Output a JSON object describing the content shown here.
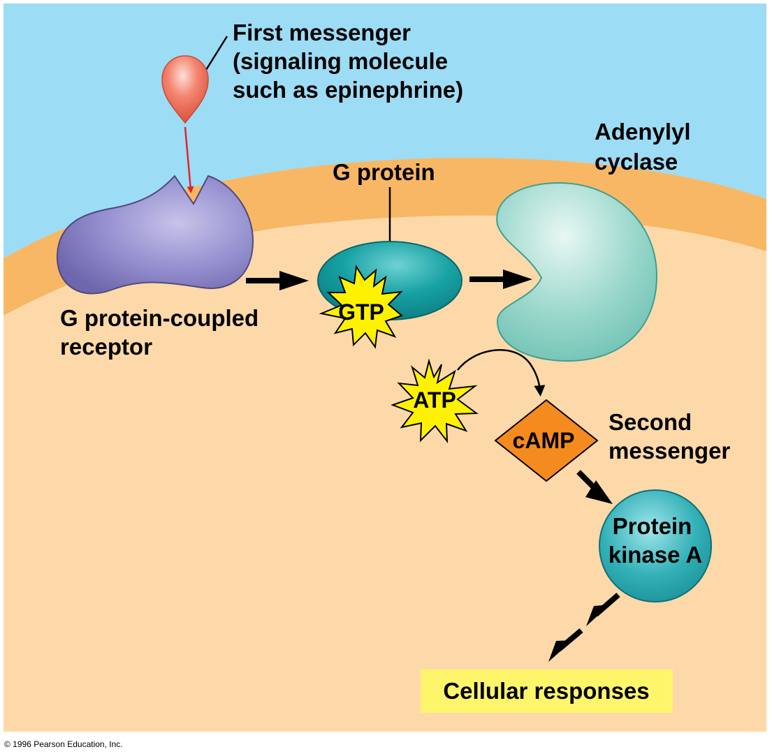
{
  "labels": {
    "first_messenger": [
      "First messenger",
      "(signaling molecule",
      "such as epinephrine)"
    ],
    "adenylyl_cyclase": [
      "Adenylyl",
      "cyclase"
    ],
    "g_protein": "G protein",
    "receptor": [
      "G protein-coupled",
      "receptor"
    ],
    "gtp": "GTP",
    "atp": "ATP",
    "camp": "cAMP",
    "second_messenger": [
      "Second",
      "messenger"
    ],
    "protein_kinase": [
      "Protein",
      "kinase A"
    ],
    "cellular_responses": "Cellular responses",
    "copyright": "© 1996 Pearson Education, Inc."
  },
  "colors": {
    "extracellular": "#9ddcf5",
    "membrane": "#f8b765",
    "cytoplasm": "#fdd9aa",
    "receptor": "#8e88c6",
    "g_protein": "#159a9c",
    "adenylyl_cyclase": "#8fd2c6",
    "messenger_drop": "#f0705c",
    "starburst": "#fff200",
    "camp": "#f58a1f",
    "protein_kinase": "#27a9b1",
    "response_box": "#fff56b"
  }
}
